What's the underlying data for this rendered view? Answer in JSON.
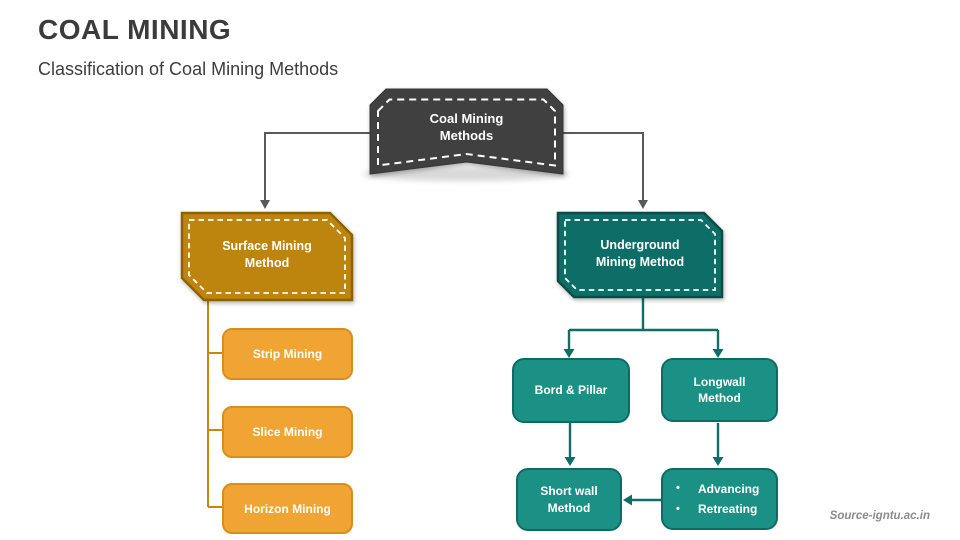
{
  "header": {
    "title": "COAL MINING",
    "subtitle": "Classification of Coal Mining Methods"
  },
  "footer": {
    "source": "Source-igntu.ac.in"
  },
  "tree": {
    "root_label": "Coal Mining Methods",
    "surface": {
      "label": "Surface Mining Method",
      "children": [
        "Strip Mining",
        "Slice Mining",
        "Horizon Mining"
      ]
    },
    "underground": {
      "label": "Underground Mining Method",
      "level2": [
        "Bord & Pillar",
        "Longwall Method"
      ],
      "level3": {
        "shortwall": "Short wall Method",
        "bullet_char": "•",
        "bullets": [
          "Advancing",
          "Retreating"
        ]
      }
    }
  },
  "colors": {
    "banner_fill": "#3f3f3f",
    "amber_parent_fill": "#bd850f",
    "amber_parent_border": "#8e6206",
    "amber_child_fill": "#f0a433",
    "amber_child_border": "#d98e1c",
    "teal_parent_fill": "#0f6e68",
    "teal_parent_border": "#0a4c46",
    "teal_child_fill": "#1b9186",
    "teal_child_border": "#0e6b63",
    "connector_gray": "#595959",
    "connector_amber": "#c8860d",
    "connector_teal": "#0f6e68",
    "title_color": "#3b3b3b",
    "source_color": "#8c8c8c",
    "text_on_shapes": "#ffffff"
  }
}
